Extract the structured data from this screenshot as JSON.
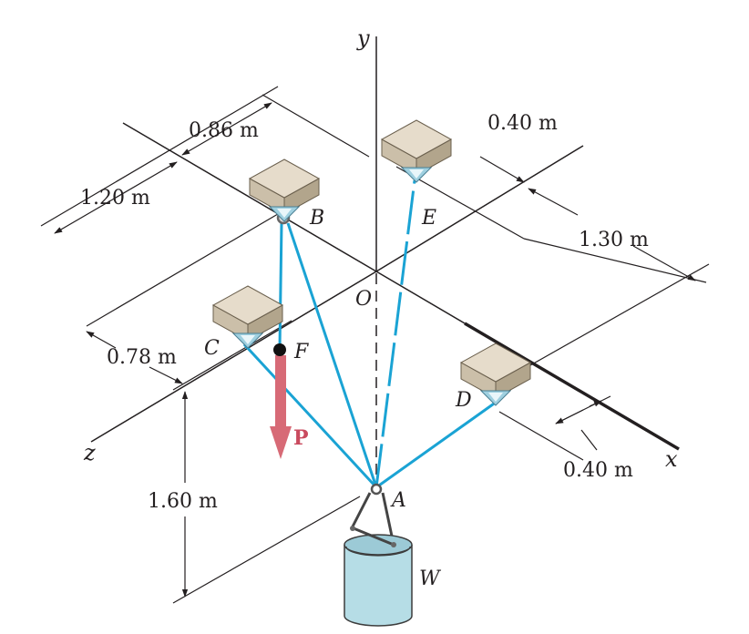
{
  "colors": {
    "cable": "#1aa3d4",
    "load_arrow": "#d76a76",
    "box_top": "#e6dccb",
    "box_left": "#cbbfa9",
    "box_right": "#b2a58c",
    "bucket": "#b6dde6",
    "line": "#231f20"
  },
  "axes": {
    "x": "x",
    "y": "y",
    "z": "z"
  },
  "points": {
    "O": "O",
    "A": "A",
    "B": "B",
    "C": "C",
    "D": "D",
    "E": "E",
    "F": "F",
    "W": "W"
  },
  "load": {
    "label": "P"
  },
  "dimensions": {
    "d_086": "0.86 m",
    "d_120": "1.20 m",
    "d_040_top": "0.40 m",
    "d_130": "1.30 m",
    "d_078": "0.78 m",
    "d_160": "1.60 m",
    "d_040_bottom": "0.40 m"
  }
}
